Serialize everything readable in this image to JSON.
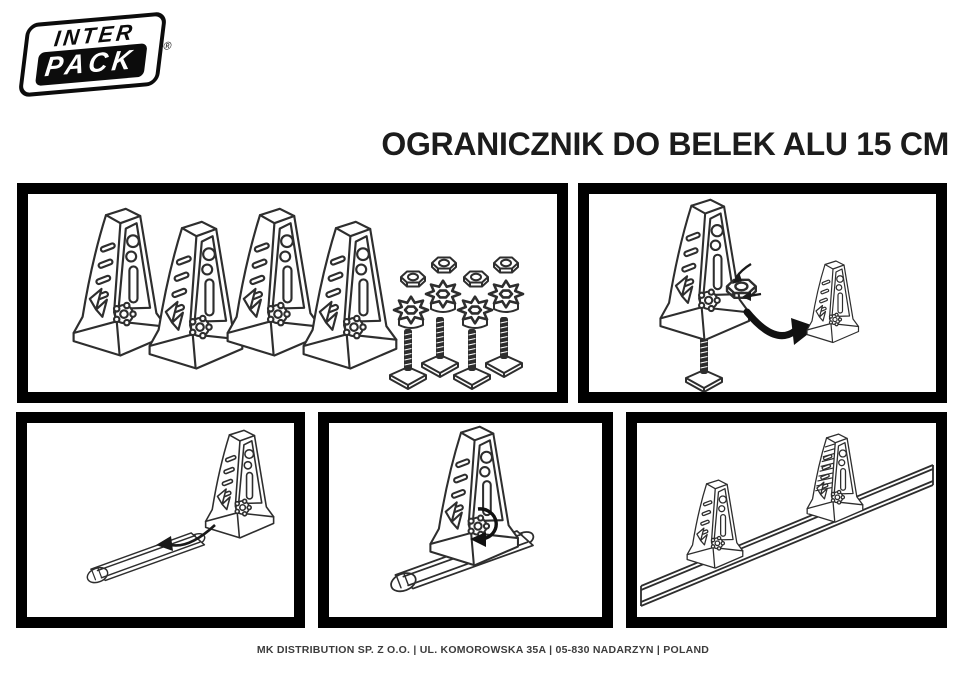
{
  "logo": {
    "top": "INTER",
    "bottom": "PACK",
    "registered_mark": "®"
  },
  "header": {
    "title": "OGRANICZNIK DO BELEK ALU 15 CM"
  },
  "panels": [
    {
      "name": "parts-overview",
      "icon": "stopper-parts-diagram"
    },
    {
      "name": "nut-and-bolt-assembly",
      "icon": "stopper-assembly-diagram"
    },
    {
      "name": "slide-onto-beam",
      "icon": "stopper-to-beam-diagram"
    },
    {
      "name": "tighten-on-beam",
      "icon": "stopper-tighten-diagram"
    },
    {
      "name": "installed-pair-on-beam",
      "icon": "stoppers-installed-diagram"
    }
  ],
  "footer": {
    "text": "MK DISTRIBUTION SP. Z O.O. | UL. KOMOROWSKA 35A | 05-830 NADARZYN | POLAND"
  },
  "colors": {
    "panel_border": "#000000",
    "line_art": "#2e2e2e",
    "background": "#ffffff"
  }
}
